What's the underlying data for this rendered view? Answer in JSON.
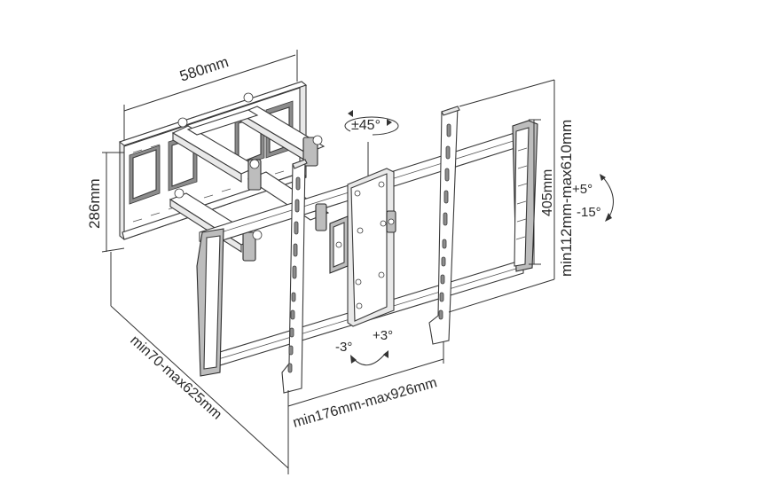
{
  "dimensions": {
    "width_top": "580mm",
    "height_left": "286mm",
    "depth": "min70-max625mm",
    "horizontal_span": "min176mm-max926mm",
    "vertical_span": "min112mm-max610mm",
    "vertical_inner": "405mm"
  },
  "rotations": {
    "swivel": "±45°",
    "level_minus": "-3°",
    "level_plus": "+3°",
    "tilt_plus": "+5°",
    "tilt_minus": "-15°"
  },
  "colors": {
    "line": "#333333",
    "frame_fill": "#ffffff",
    "shade": "#bdbdbd"
  }
}
